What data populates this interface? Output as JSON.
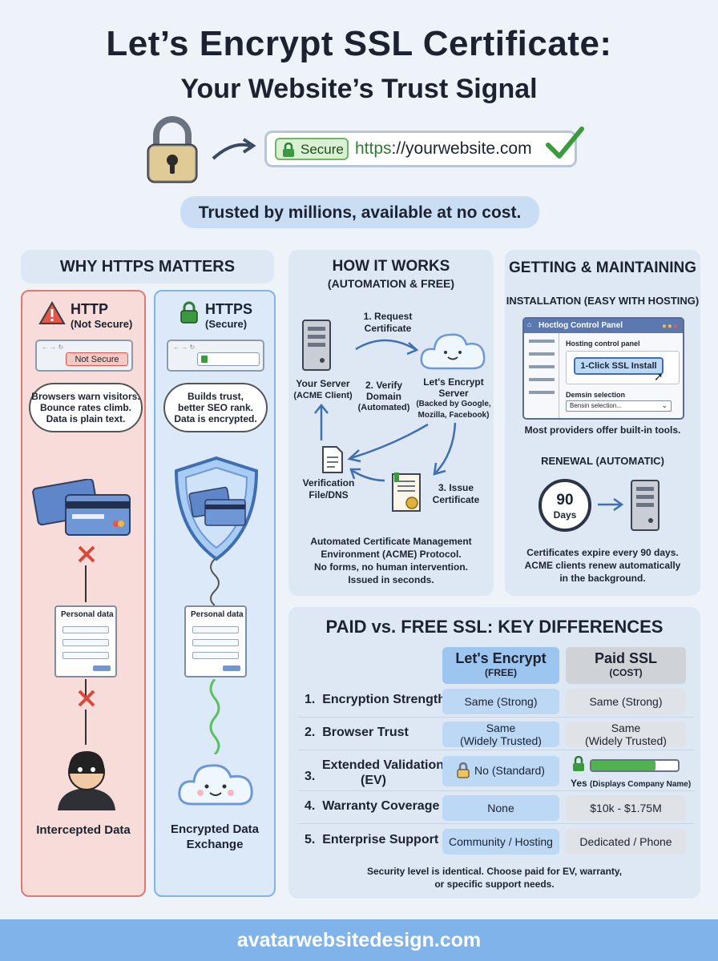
{
  "header": {
    "title": "Let’s Encrypt SSL Certificate:",
    "subtitle": "Your Website’s Trust Signal"
  },
  "address_bar": {
    "secure_label": "Secure",
    "url_scheme": "https",
    "url_rest": "://yourwebsite.com"
  },
  "tagline": "Trusted by millions, available at no cost.",
  "why": {
    "title": "WHY HTTPS MATTERS",
    "http": {
      "title": "HTTP",
      "sub": "(Not Secure)",
      "badge": "Not Secure",
      "bubble": [
        "Browsers warn visitors.",
        "Bounce rates climb.",
        "Data is plain text."
      ],
      "form_title": "Personal data",
      "bottom": "Intercepted Data"
    },
    "https": {
      "title": "HTTPS",
      "sub": "(Secure)",
      "bubble": [
        "Builds trust,",
        "better SEO rank.",
        "Data is encrypted."
      ],
      "form_title": "Personal data",
      "bottom_1": "Encrypted Data",
      "bottom_2": "Exchange"
    }
  },
  "how": {
    "title": "HOW IT WORKS",
    "sub": "(AUTOMATION & FREE)",
    "step1": [
      "1. Request",
      "Certificate"
    ],
    "step2": [
      "2. Verify",
      "Domain",
      "(Automated)"
    ],
    "step3": [
      "3. Issue",
      "Certificate"
    ],
    "server": [
      "Your Server",
      "(ACME Client)"
    ],
    "le": [
      "Let's Encrypt",
      "Server"
    ],
    "le_backed": [
      "(Backed by Google,",
      "Mozilla, Facebook)"
    ],
    "verify": [
      "Verification",
      "File/DNS"
    ],
    "desc": [
      "Automated Certificate Management",
      "Environment (ACME) Protocol.",
      "No forms, no human intervention.",
      "Issued in seconds."
    ]
  },
  "getting": {
    "title": "GETTING & MAINTAINING",
    "install_title": "INSTALLATION (EASY WITH HOSTING)",
    "panel_title": "Hoctlog Control Panel",
    "panel_heading": "Hosting control panel",
    "install_button": "1-Click SSL Install",
    "domain_label": "Demsin selection",
    "domain_select": "Bensin selection...",
    "install_note": "Most providers offer built-in tools.",
    "renew_title": "RENEWAL (AUTOMATIC)",
    "days_num": "90",
    "days_label": "Days",
    "renew_note": [
      "Certificates expire every 90 days.",
      "ACME clients renew automatically",
      "in the background."
    ]
  },
  "compare": {
    "title": "PAID vs. FREE SSL: KEY DIFFERENCES",
    "col_le": "Let's Encrypt",
    "col_le_sub": "(FREE)",
    "col_paid": "Paid SSL",
    "col_paid_sub": "(COST)",
    "rows": [
      {
        "num": "1.",
        "label": "Encryption Strength",
        "le": "Same (Strong)",
        "paid": "Same (Strong)"
      },
      {
        "num": "2.",
        "label": "Browser Trust",
        "le_1": "Same",
        "le_2": "(Widely Trusted)",
        "paid_1": "Same",
        "paid_2": "(Widely Trusted)"
      },
      {
        "num": "3.",
        "label_1": "Extended Validation",
        "label_2": "(EV)",
        "le": "No (Standard)",
        "paid_1": "Yes",
        "paid_2": "(Displays Company Name)"
      },
      {
        "num": "4.",
        "label": "Warranty Coverage",
        "le": "None",
        "paid": "$10k - $1.75M"
      },
      {
        "num": "5.",
        "label": "Enterprise Support",
        "le": "Community / Hosting",
        "paid": "Dedicated / Phone"
      }
    ],
    "note": [
      "Security level is identical. Choose paid for EV, warranty,",
      "or specific support needs."
    ]
  },
  "footer": "avatarwebsitedesign.com",
  "colors": {
    "http_panel": "#f7dcd9",
    "https_panel": "#dbe9f8",
    "accent_blue": "#7fb3ea",
    "green": "#2e7d32",
    "red": "#d9483b"
  }
}
